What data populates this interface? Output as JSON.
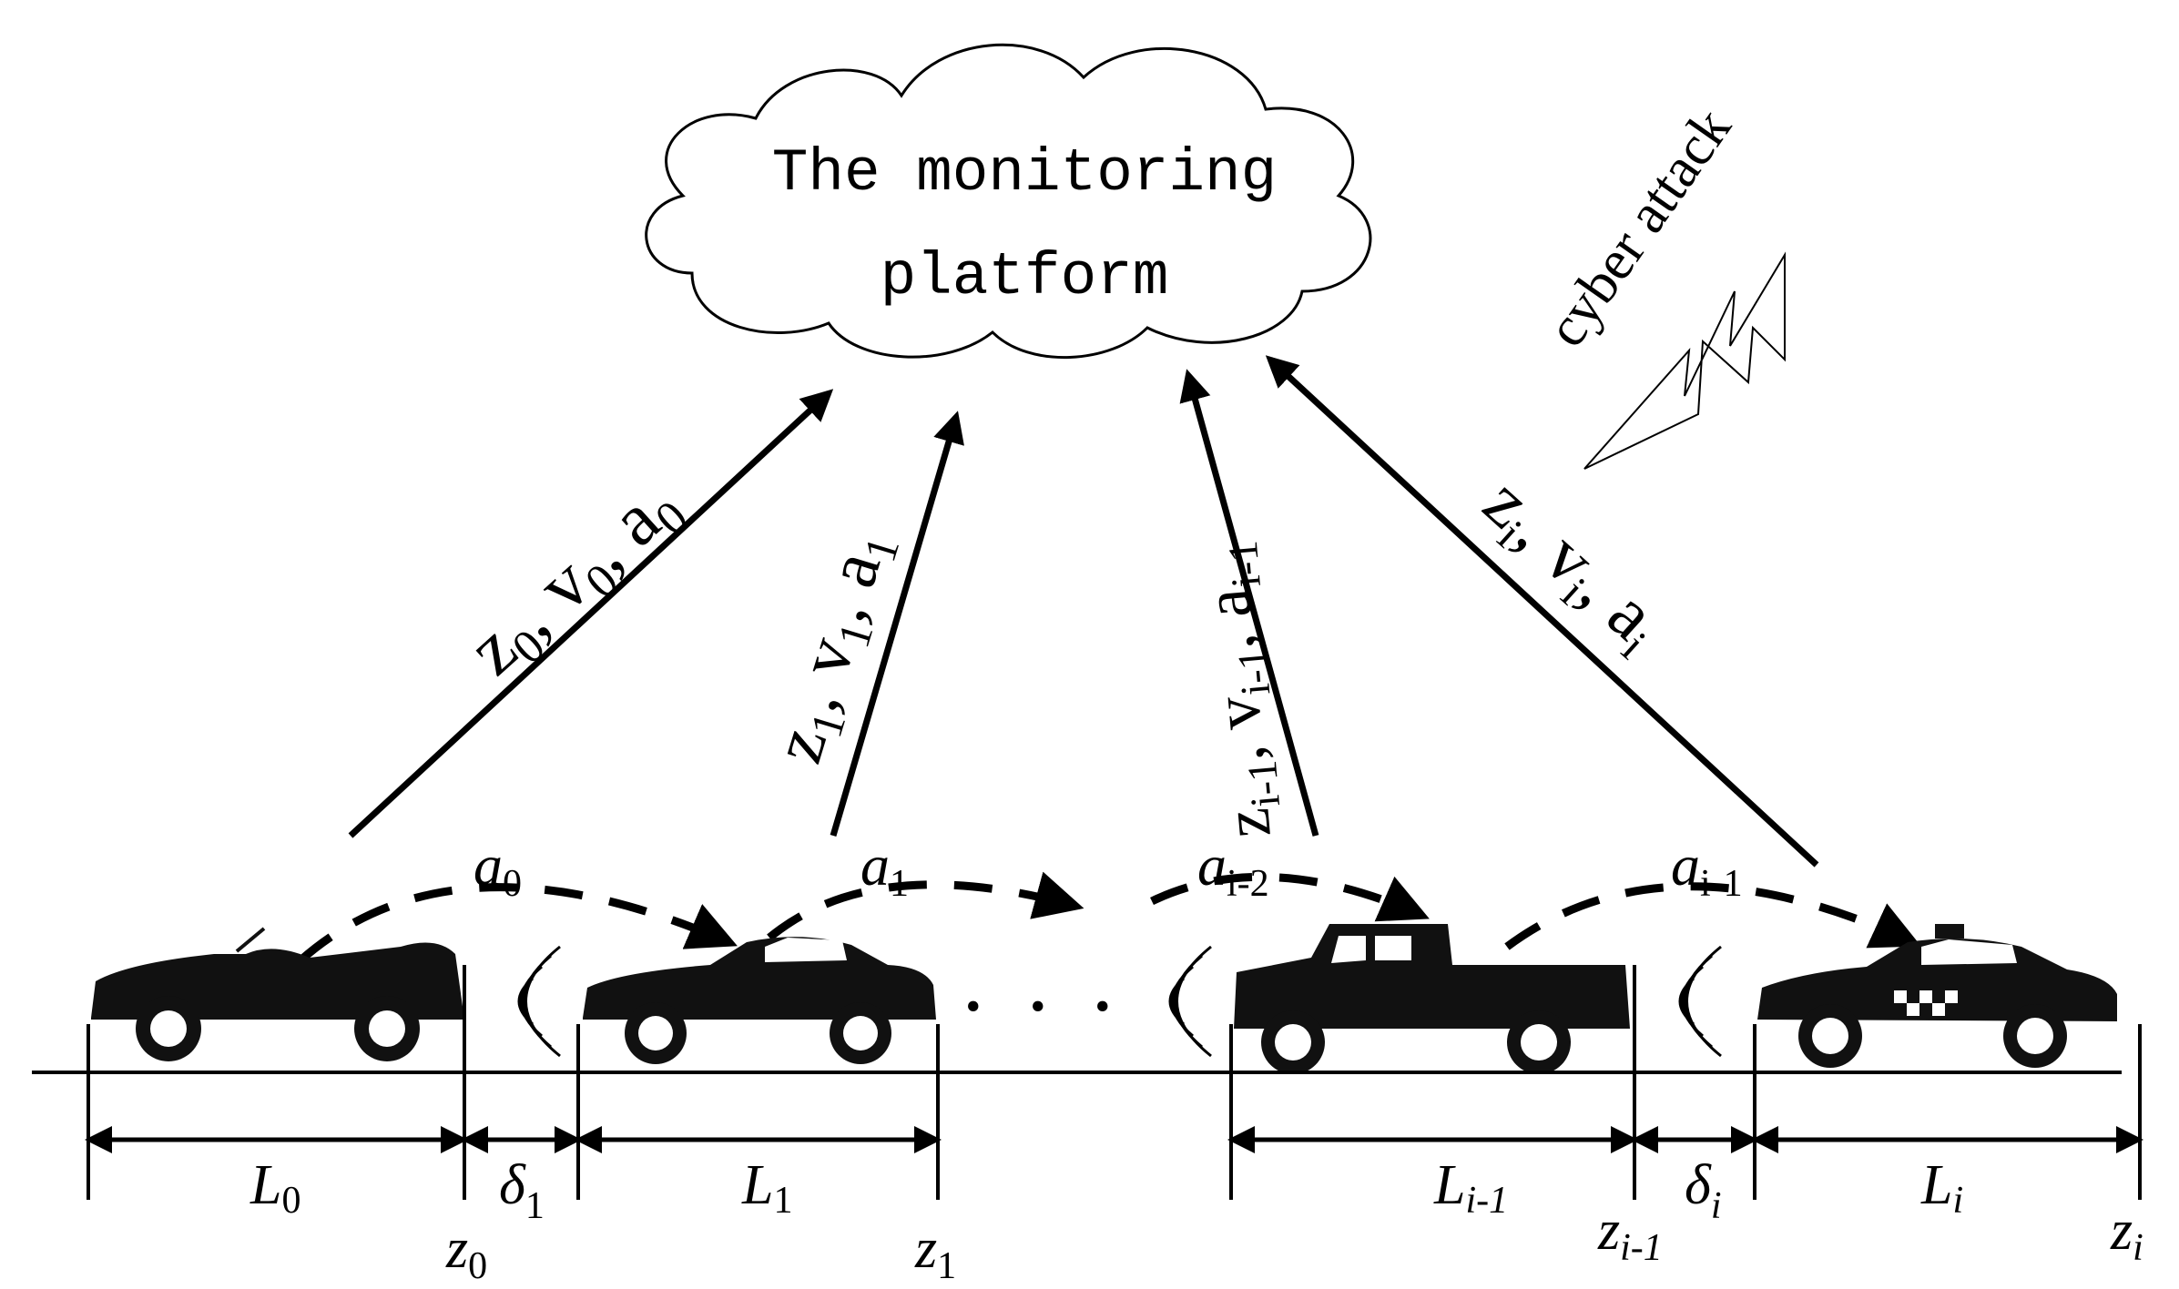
{
  "cloud": {
    "line1": "The monitoring",
    "line2": "platform"
  },
  "attack_label": "cyber attack",
  "uplinks": [
    {
      "z": "z",
      "zsub": "0",
      "v": "v",
      "vsub": "0",
      "a": "a",
      "asub": "0"
    },
    {
      "z": "z",
      "zsub": "1",
      "v": "v",
      "vsub": "1",
      "a": "a",
      "asub": "1"
    },
    {
      "z": "z",
      "zsub": "i-1",
      "v": "v",
      "vsub": "i-1",
      "a": "a",
      "asub": "i-1"
    },
    {
      "z": "z",
      "zsub": "i",
      "v": "v",
      "vsub": "i",
      "a": "a",
      "asub": "i"
    }
  ],
  "accel_labels": [
    {
      "sym": "a",
      "sub": "0"
    },
    {
      "sym": "a",
      "sub": "1"
    },
    {
      "sym": "a",
      "sub": "i-2"
    },
    {
      "sym": "a",
      "sub": "i-1"
    }
  ],
  "ellipsis": ". . .",
  "lengths": [
    {
      "sym": "L",
      "sub": "0"
    },
    {
      "sym": "L",
      "sub": "1"
    },
    {
      "sym": "L",
      "sub": "i-1"
    },
    {
      "sym": "L",
      "sub": "i"
    }
  ],
  "gaps": [
    {
      "sym": "δ",
      "sub": "1"
    },
    {
      "sym": "δ",
      "sub": "i"
    }
  ],
  "positions": [
    {
      "sym": "z",
      "sub": "0"
    },
    {
      "sym": "z",
      "sub": "1"
    },
    {
      "sym": "z",
      "sub": "i-1"
    },
    {
      "sym": "z",
      "sub": "i"
    }
  ]
}
